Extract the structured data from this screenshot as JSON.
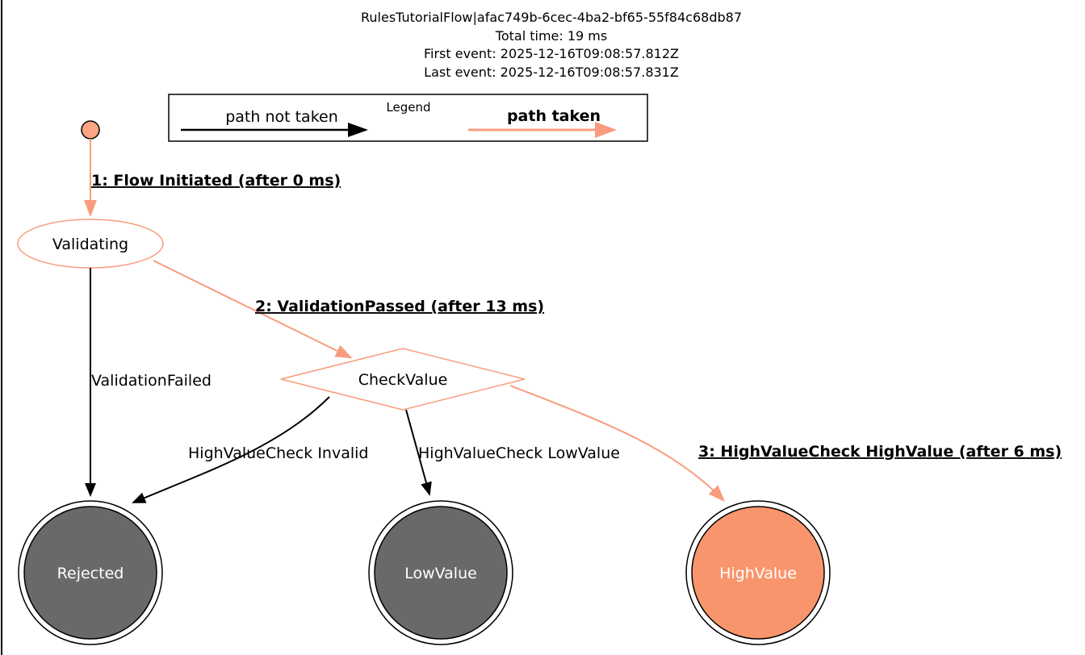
{
  "header": {
    "title": "RulesTutorialFlow|afac749b-6cec-4ba2-bf65-55f84c68db87",
    "total_time": "Total time: 19 ms",
    "first_event": "First event: 2025-12-16T09:08:57.812Z",
    "last_event": "Last event: 2025-12-16T09:08:57.831Z"
  },
  "legend": {
    "title": "Legend",
    "path_not_taken": "path not taken",
    "path_taken": "path taken"
  },
  "nodes": {
    "validating": "Validating",
    "check_value": "CheckValue",
    "rejected": "Rejected",
    "low_value": "LowValue",
    "high_value": "HighValue"
  },
  "edges": {
    "flow_initiated": "1: Flow Initiated (after 0 ms)",
    "validation_failed": "ValidationFailed",
    "validation_passed": "2: ValidationPassed (after 13 ms)",
    "check_invalid": "HighValueCheck Invalid",
    "check_low_value": "HighValueCheck LowValue",
    "check_high_value": "3: HighValueCheck HighValue (after 6 ms)"
  },
  "colors": {
    "path_taken": "#F89C7D",
    "path_not_taken": "#000000",
    "node_border": "#F89C7D",
    "start_fill": "#FBA583",
    "terminal_fill": "#696969",
    "high_value_fill": "#F9956C",
    "node_fill": "#FFFFFF"
  }
}
